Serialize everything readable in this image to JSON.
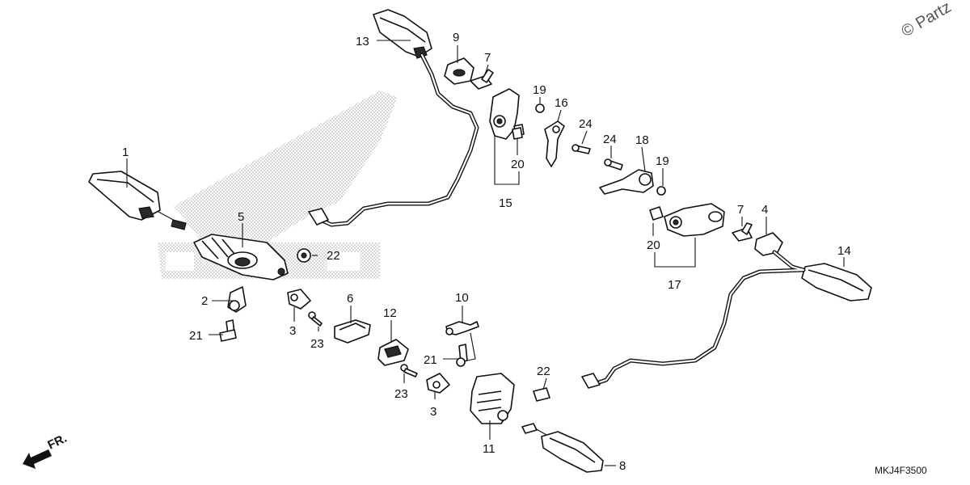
{
  "watermark": "© Partz",
  "diagram_code": "MKJ4F3500",
  "front_arrow_label": "FR.",
  "callouts": [
    {
      "id": "c1",
      "label": "1"
    },
    {
      "id": "c2",
      "label": "2"
    },
    {
      "id": "c3a",
      "label": "3"
    },
    {
      "id": "c3b",
      "label": "3"
    },
    {
      "id": "c4",
      "label": "4"
    },
    {
      "id": "c5",
      "label": "5"
    },
    {
      "id": "c6",
      "label": "6"
    },
    {
      "id": "c7a",
      "label": "7"
    },
    {
      "id": "c7b",
      "label": "7"
    },
    {
      "id": "c8",
      "label": "8"
    },
    {
      "id": "c9",
      "label": "9"
    },
    {
      "id": "c10",
      "label": "10"
    },
    {
      "id": "c11",
      "label": "11"
    },
    {
      "id": "c12",
      "label": "12"
    },
    {
      "id": "c13",
      "label": "13"
    },
    {
      "id": "c14",
      "label": "14"
    },
    {
      "id": "c15",
      "label": "15"
    },
    {
      "id": "c16",
      "label": "16"
    },
    {
      "id": "c17",
      "label": "17"
    },
    {
      "id": "c18",
      "label": "18"
    },
    {
      "id": "c19a",
      "label": "19"
    },
    {
      "id": "c19b",
      "label": "19"
    },
    {
      "id": "c20a",
      "label": "20"
    },
    {
      "id": "c20b",
      "label": "20"
    },
    {
      "id": "c21a",
      "label": "21"
    },
    {
      "id": "c21b",
      "label": "21"
    },
    {
      "id": "c22a",
      "label": "22"
    },
    {
      "id": "c22b",
      "label": "22"
    },
    {
      "id": "c23a",
      "label": "23"
    },
    {
      "id": "c23b",
      "label": "23"
    },
    {
      "id": "c24a",
      "label": "24"
    },
    {
      "id": "c24b",
      "label": "24"
    }
  ]
}
